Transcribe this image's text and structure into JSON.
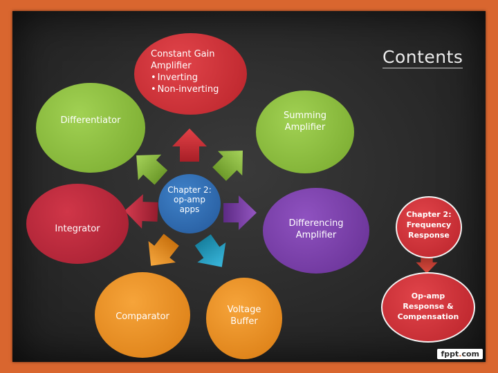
{
  "title": "Contents",
  "center": "Chapter 2: op-amp apps",
  "nodes": {
    "constant_gain": {
      "title_line1": "Constant Gain",
      "title_line2": "Amplifier",
      "bullets": [
        "Inverting",
        "Non-inverting"
      ],
      "color": "#d42f35"
    },
    "summing": {
      "line1": "Summing",
      "line2": "Amplifier",
      "color": "#8dc03d"
    },
    "differentiator": {
      "label": "Differentiator",
      "color": "#8dc03d"
    },
    "differencing": {
      "line1": "Differencing",
      "line2": "Amplifier",
      "color": "#7a3ba6"
    },
    "integrator": {
      "label": "Integrator",
      "color": "#c0253c"
    },
    "comparator": {
      "label": "Comparator",
      "color": "#f0911b"
    },
    "voltage_buffer": {
      "line1": "Voltage",
      "line2": "Buffer",
      "color": "#f0911b"
    }
  },
  "side": {
    "frequency": {
      "line1": "Chapter 2:",
      "line2": "Frequency",
      "line3": "Response",
      "color": "#d42f35"
    },
    "opamp": {
      "line1": "Op-amp",
      "line2": "Response &",
      "line3": "Compensation",
      "color": "#d42f35"
    }
  },
  "colors": {
    "center": "#2f6eb5",
    "arrow_up": "#d42f35",
    "arrow_green": "#8dc03d",
    "arrow_purple": "#7a3ba6",
    "arrow_red": "#c0253c",
    "arrow_orange": "#f0911b",
    "arrow_blue": "#22a2c7"
  },
  "watermark": {
    "brand": "fppt",
    "dot": ".",
    "tld": "com"
  }
}
